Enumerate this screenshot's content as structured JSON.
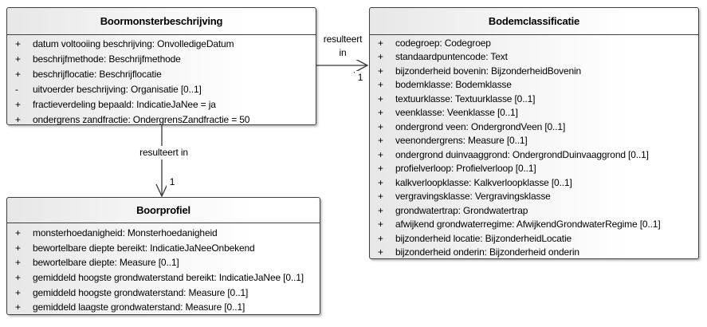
{
  "classes": [
    {
      "id": "boormonsterbeschrijving",
      "title": "Boormonsterbeschrijving",
      "attributes": [
        {
          "vis": "+",
          "text": "datum voltooiing beschrijving: OnvolledigeDatum"
        },
        {
          "vis": "+",
          "text": "beschrijfmethode: Beschrijfmethode"
        },
        {
          "vis": "+",
          "text": "beschrijflocatie: Beschrijflocatie"
        },
        {
          "vis": "-",
          "text": "uitvoerder beschrijving: Organisatie [0..1]"
        },
        {
          "vis": "+",
          "text": "fractieverdeling bepaald: IndicatieJaNee = ja"
        },
        {
          "vis": "+",
          "text": "ondergrens zandfractie: OndergrensZandfractie = 50"
        }
      ]
    },
    {
      "id": "bodemclassificatie",
      "title": "Bodemclassificatie",
      "attributes": [
        {
          "vis": "+",
          "text": "codegroep: Codegroep"
        },
        {
          "vis": "+",
          "text": "standaardpuntencode: Text"
        },
        {
          "vis": "+",
          "text": "bijzonderheid bovenin: BijzonderheidBovenin"
        },
        {
          "vis": "+",
          "text": "bodemklasse: Bodemklasse"
        },
        {
          "vis": "+",
          "text": "textuurklasse: Textuurklasse [0..1]"
        },
        {
          "vis": "+",
          "text": "veenklasse: Veenklasse [0..1]"
        },
        {
          "vis": "+",
          "text": "ondergrond veen: OndergrondVeen [0..1]"
        },
        {
          "vis": "+",
          "text": "veenondergrens: Measure [0..1]"
        },
        {
          "vis": "+",
          "text": "ondergrond duinvaaggrond: OndergrondDuinvaaggrond [0..1]"
        },
        {
          "vis": "+",
          "text": "profielverloop: Profielverloop [0..1]"
        },
        {
          "vis": "+",
          "text": "kalkverloopklasse: Kalkverloopklasse [0..1]"
        },
        {
          "vis": "+",
          "text": "vergravingsklasse: Vergravingsklasse"
        },
        {
          "vis": "+",
          "text": "grondwatertrap: Grondwatertrap"
        },
        {
          "vis": "+",
          "text": "afwijkend grondwaterregime: AfwijkendGrondwaterRegime [0..1]"
        },
        {
          "vis": "+",
          "text": "bijzonderheid locatie: BijzonderheidLocatie"
        },
        {
          "vis": "+",
          "text": "bijzonderheid onderin: Bijzonderheid onderin"
        }
      ]
    },
    {
      "id": "boorprofiel",
      "title": "Boorprofiel",
      "attributes": [
        {
          "vis": "+",
          "text": "monsterhoedanigheid: Monsterhoedanigheid"
        },
        {
          "vis": "+",
          "text": "bewortelbare diepte bereikt: IndicatieJaNeeOnbekend"
        },
        {
          "vis": "+",
          "text": "bewortelbare diepte: Measure [0..1]"
        },
        {
          "vis": "+",
          "text": "gemiddeld hoogste grondwaterstand bereikt: IndicatieJaNee [0..1]"
        },
        {
          "vis": "+",
          "text": "gemiddeld hoogste grondwaterstand: Measure [0..1]"
        },
        {
          "vis": "+",
          "text": "gemiddeld laagste grondwaterstand: Measure [0..1]"
        }
      ]
    }
  ],
  "connectors": [
    {
      "label": "resulteert in",
      "multiplicity": "1",
      "source": "Boormonsterbeschrijving",
      "target": "Bodemclassificatie",
      "arrow": "open"
    },
    {
      "label": "resulteert in",
      "multiplicity": "1",
      "source": "Boormonsterbeschrijving",
      "target": "Boorprofiel",
      "arrow": "open"
    }
  ],
  "colors": {
    "box_border": "#3d3d3d",
    "box_fill_left": "#e7e7e7",
    "box_fill_right": "#ffffff",
    "connector": "#383838",
    "text": "#000000",
    "canvas_bg": "#ffffff"
  }
}
